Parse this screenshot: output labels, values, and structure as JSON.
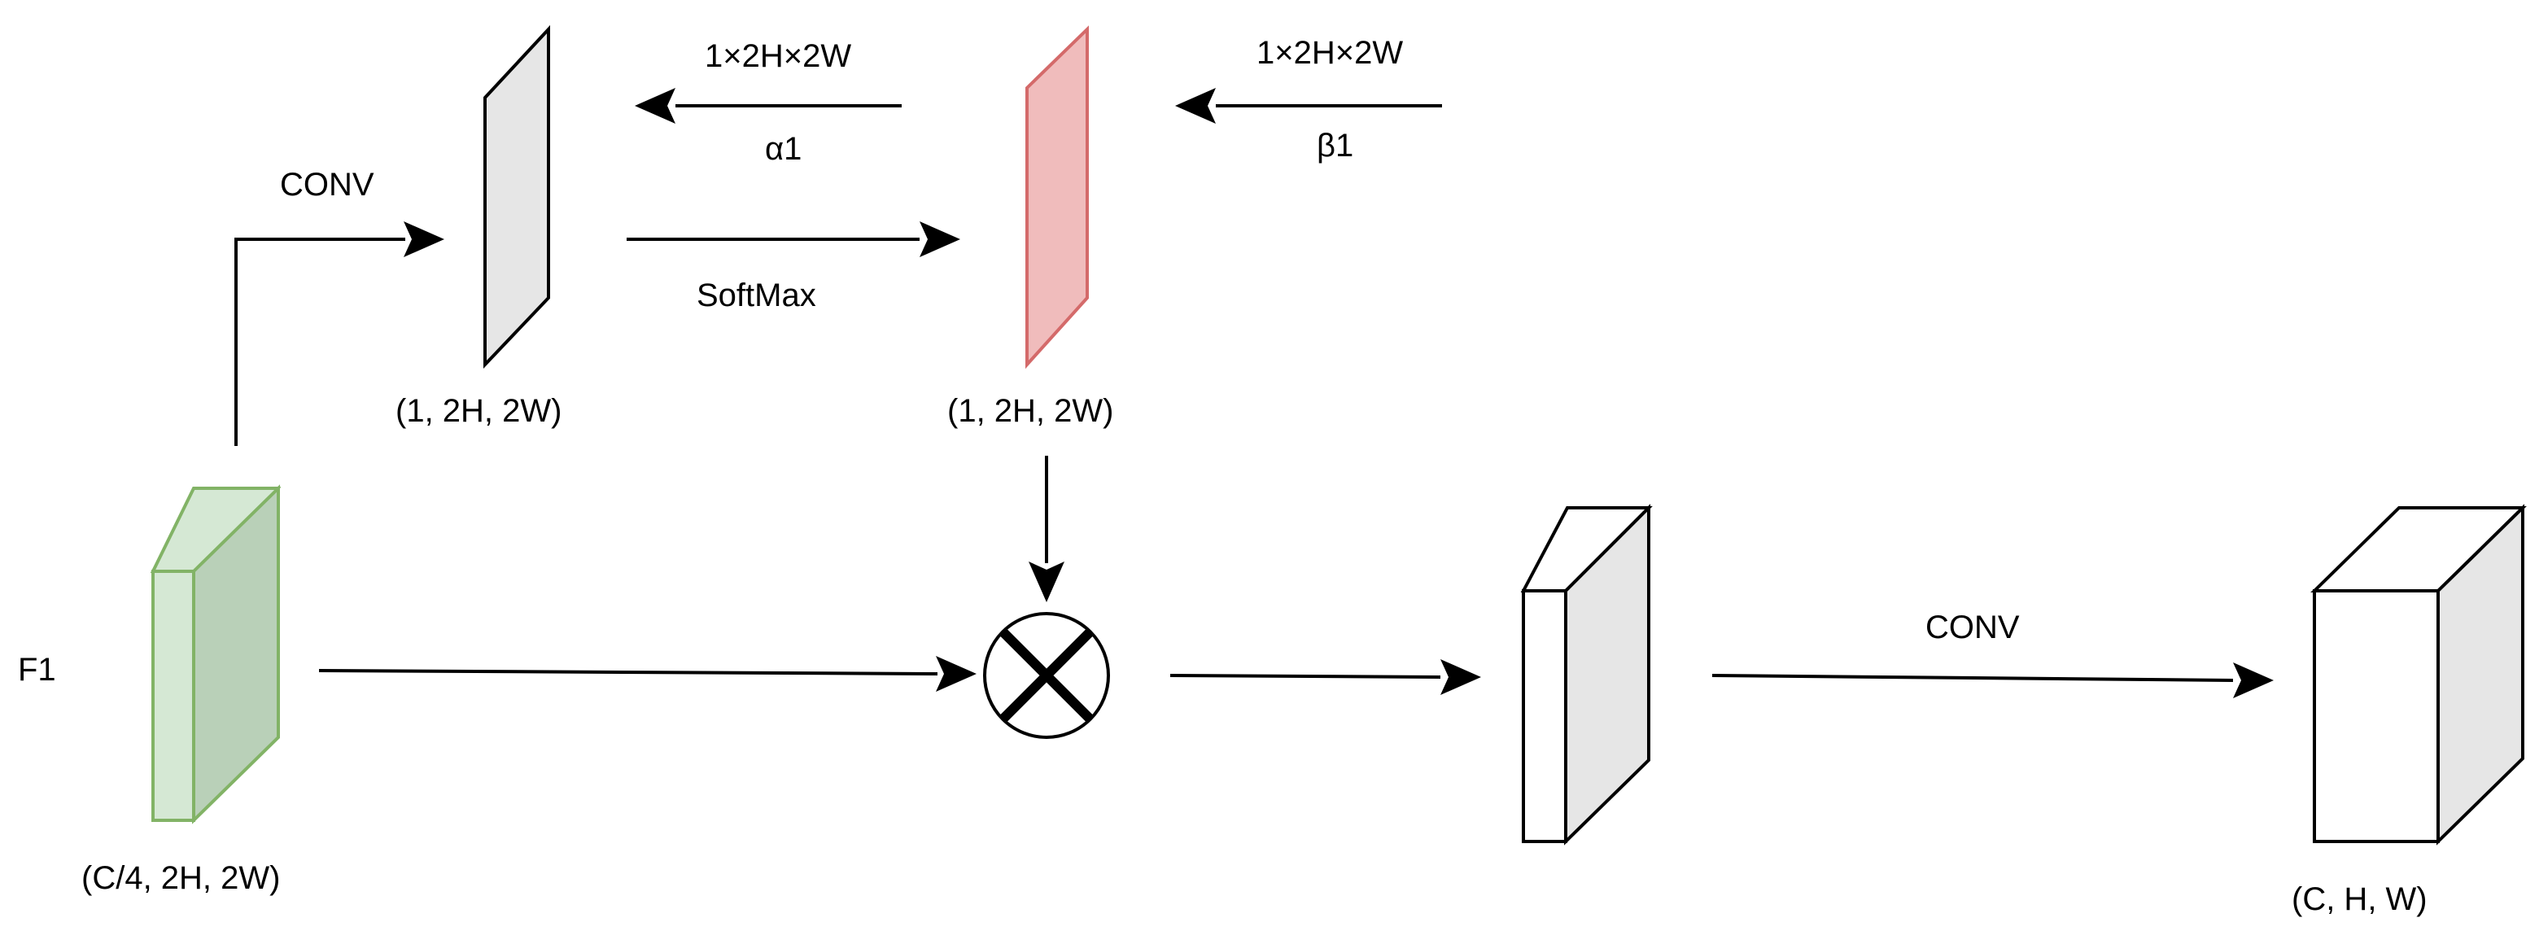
{
  "labels": {
    "conv_top": "CONV",
    "conv_bottom": "CONV",
    "softmax": "SoftMax",
    "alpha_dim": "1×2H×2W",
    "alpha": "α1",
    "beta_dim": "1×2H×2W",
    "beta": "β1",
    "gray_shape": "(1, 2H, 2W)",
    "red_shape": "(1, 2H, 2W)",
    "input_name": "F1",
    "input_shape": "(C/4, 2H, 2W)",
    "output_shape": "(C, H, W)"
  },
  "colors": {
    "green_fill": "#d5e8d4",
    "green_side": "#b9d0b8",
    "green_stroke": "#82b366",
    "red_fill": "#f0bcbc",
    "red_stroke": "#d46a6a",
    "gray_fill": "#e6e6e6",
    "white": "#ffffff",
    "black": "#000000"
  },
  "operators": {
    "multiply": "circle-times-icon"
  }
}
